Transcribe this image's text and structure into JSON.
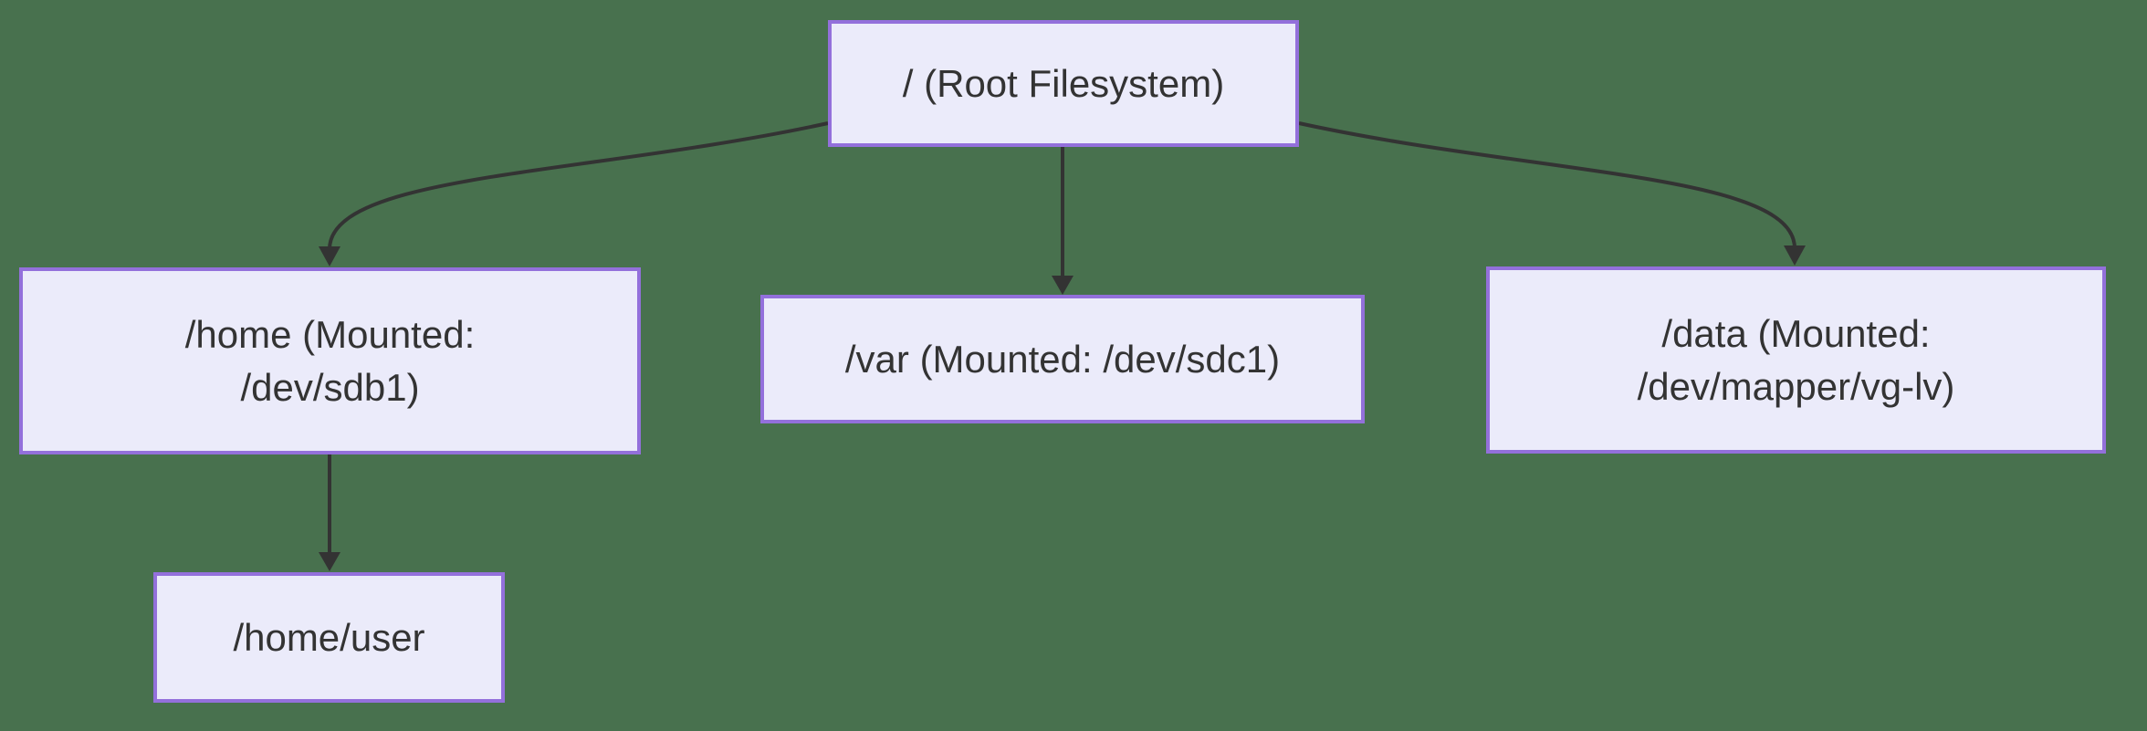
{
  "diagram": {
    "type": "flowchart-top-down",
    "background_color": "#48714E",
    "node_fill_color": "#EBEBFA",
    "node_border_color": "#9370DB",
    "text_color": "#333333",
    "edge_color": "#333333",
    "nodes": {
      "root": {
        "lines": [
          "/ (Root Filesystem)"
        ]
      },
      "home": {
        "lines": [
          "/home (Mounted:",
          "/dev/sdb1)"
        ]
      },
      "var": {
        "lines": [
          "/var (Mounted: /dev/sdc1)"
        ]
      },
      "data": {
        "lines": [
          "/data (Mounted:",
          "/dev/mapper/vg-lv)"
        ]
      },
      "home_user": {
        "lines": [
          "/home/user"
        ]
      }
    },
    "edges": [
      {
        "from": "root",
        "to": "home"
      },
      {
        "from": "root",
        "to": "var"
      },
      {
        "from": "root",
        "to": "data"
      },
      {
        "from": "home",
        "to": "home_user"
      }
    ]
  }
}
